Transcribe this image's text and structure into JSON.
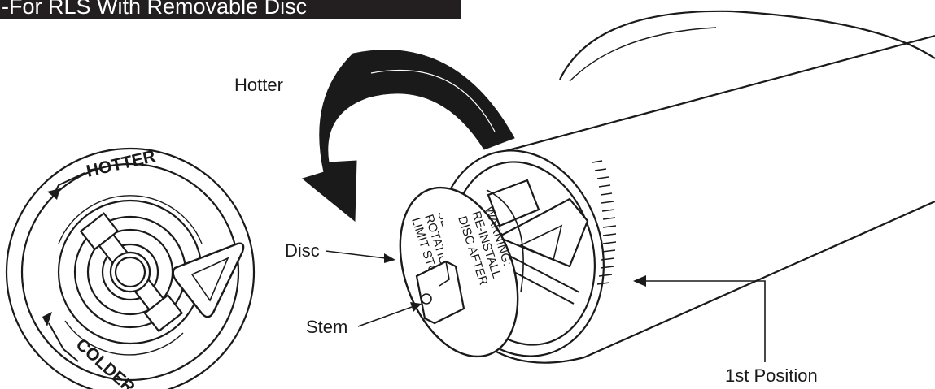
{
  "header": {
    "title": "-For RLS With Removable Disc"
  },
  "labels": {
    "hotter": "Hotter",
    "disc": "Disc",
    "stem": "Stem",
    "first_position": "1st Position"
  },
  "dial": {
    "hotter": "HOTTER",
    "colder": "COLDER"
  },
  "disc_text": {
    "warning": "WARNING:",
    "reinstall": "RE-INSTALL",
    "disc_after": "DISC AFTER",
    "setting": "SETTING",
    "rotation": "ROTATION",
    "limit_stop": "LIMIT STOP"
  },
  "colors": {
    "ink": "#1a1a1a",
    "title_bar": "#231f20",
    "title_text": "#ffffff",
    "background": "#ffffff"
  }
}
